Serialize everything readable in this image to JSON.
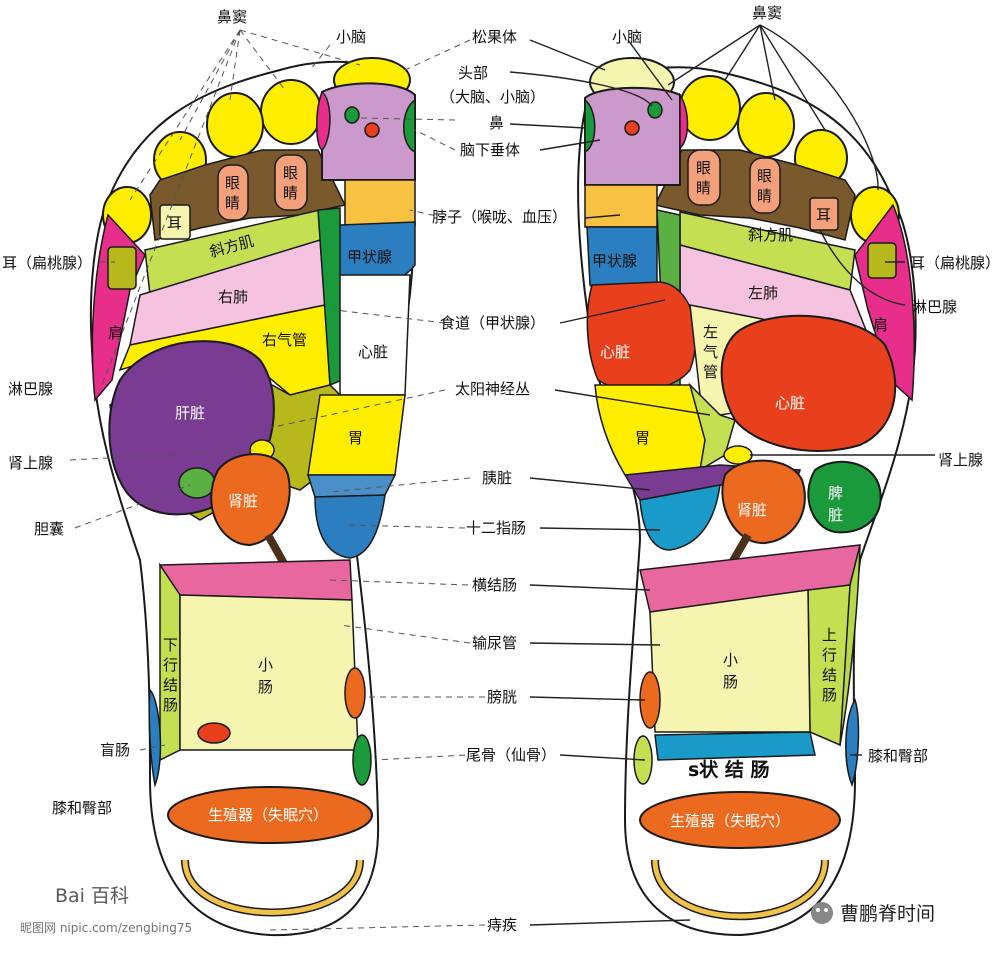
{
  "labels": {
    "bidou_left": "鼻窦",
    "bidou_right": "鼻窦",
    "xiaonao_top_left": "小脑",
    "xiaonao_top_right": "小脑",
    "songguoti": "松果体",
    "toubu": "头部",
    "toubu_sub": "（大脑、小脑）",
    "bi": "鼻",
    "naoxiachuiti": "脑下垂体",
    "bozi": "脖子（喉咙、血压）",
    "shidao": "食道（甲状腺）",
    "taiyang": "太阳神经丛",
    "yizang": "胰脏",
    "shierzhichang": "十二指肠",
    "hengjiechang": "横结肠",
    "shuniaoguan": "输尿管",
    "pangguang": "膀胱",
    "weigu": "尾骨（仙骨）",
    "zhiji": "痔疾",
    "er_left": "耳（扁桃腺）",
    "er_right": "耳（扁桃腺）",
    "linbaxian_left": "淋巴腺",
    "linbaxian_right": "淋巴腺",
    "shenshangxian_left": "肾上腺",
    "shenshangxian_right": "肾上腺",
    "dannang": "胆囊",
    "mangchang": "盲肠",
    "xihebi_left": "膝和臀部",
    "xihebi_right": "膝和臀部"
  },
  "zones": {
    "er": "耳",
    "yanjing": "眼睛",
    "xiefangji": "斜方肌",
    "youfei": "右肺",
    "zuofei": "左肺",
    "youqiguan": "右气管",
    "zuoqiguan": "左气管",
    "jian": "肩",
    "jiazhuangxian": "甲状腺",
    "xinzang": "心脏",
    "ganzang": "肝脏",
    "wei": "胃",
    "shenzang": "肾脏",
    "pizang": "脾脏",
    "xiaxingjiechang": "下行结肠",
    "shangxingjiechang": "上行结肠",
    "xiaochang": "小肠",
    "szhuang": "s状 结 肠",
    "shengzhiqi": "生殖器（失眠穴）"
  },
  "watermark": {
    "baidu": "Bai 百科",
    "nipic": "昵图网 nipic.com/zengbing75",
    "wechat": "曹鹏脊时间"
  },
  "colors": {
    "toe": "#ffee00",
    "purple": "#7a3b93",
    "lilac": "#cc99cc",
    "pink": "#e62e8a",
    "green": "#1a9a3a",
    "olive": "#b7b81c",
    "lime": "#c4e052",
    "lightpink": "#f5c3df",
    "pale": "#f5f5b0",
    "orange": "#ec6a1f",
    "red": "#e8401c",
    "blue": "#2b7fc1",
    "brown": "#7a5a2c"
  }
}
